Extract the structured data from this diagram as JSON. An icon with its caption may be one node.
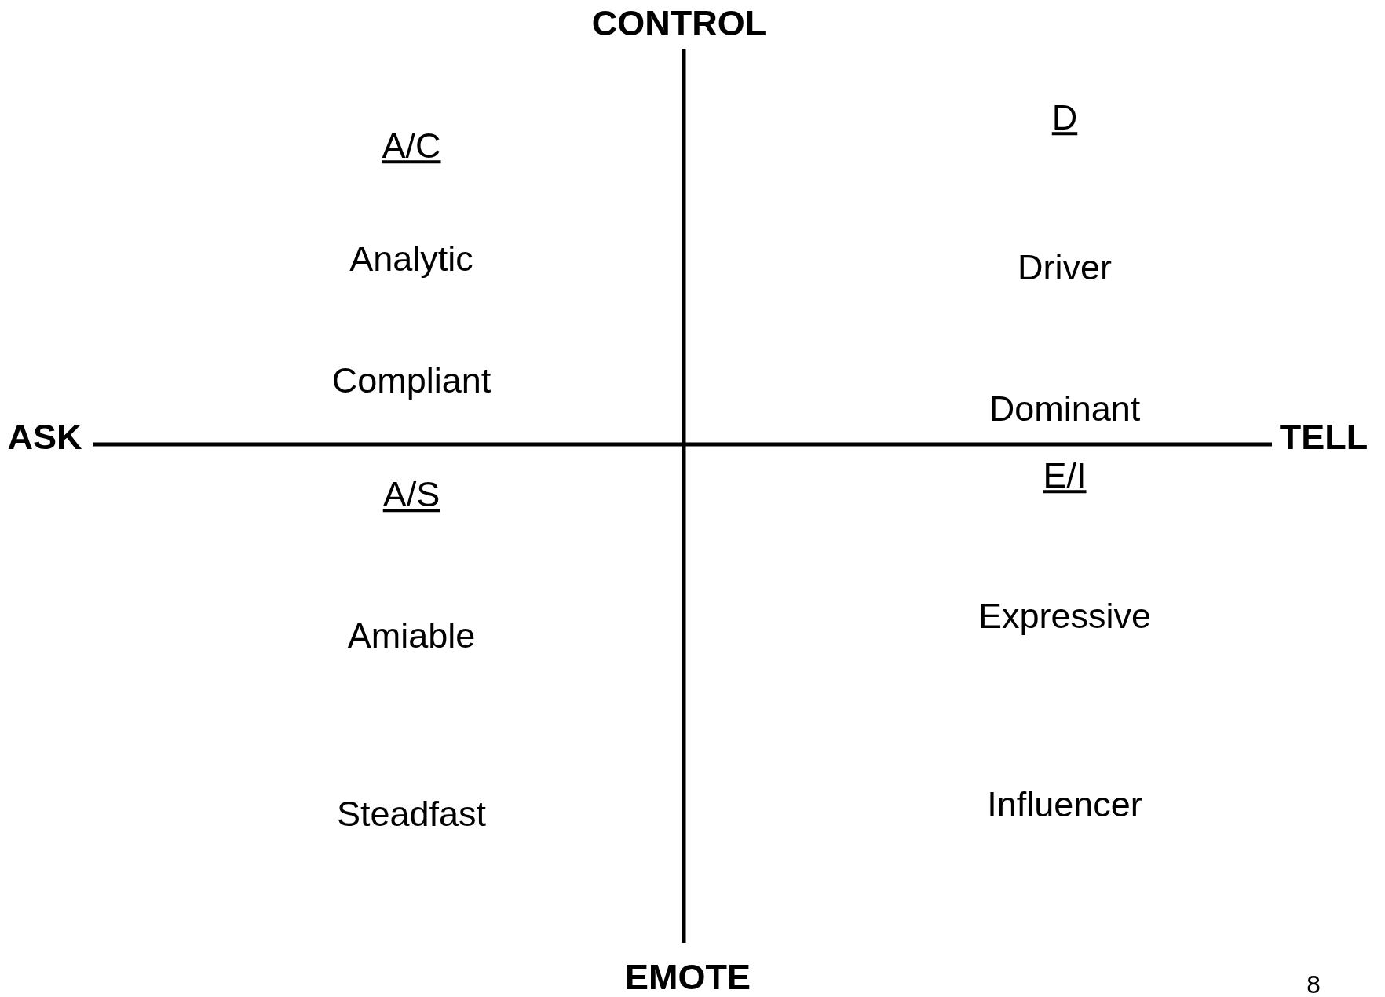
{
  "diagram": {
    "labels": [
      "CONTROL",
      "A/C",
      "D",
      "Analytic",
      "Driver",
      "Compliant",
      "Dominant",
      "ASK",
      "TELL",
      "A/S",
      "E/I",
      "Amiable",
      "Expressive",
      "Steadfast",
      "Influencer",
      "EMOTE",
      "8"
    ]
  }
}
